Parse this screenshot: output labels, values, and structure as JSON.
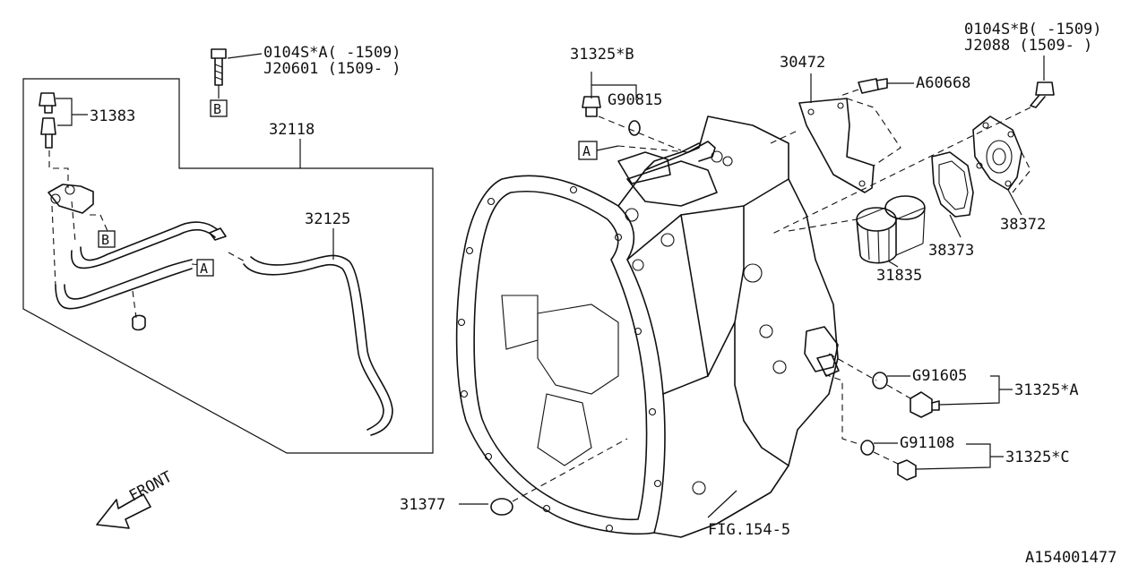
{
  "labels": {
    "bolt_a_code": "0104S*A( -1509)",
    "bolt_a_alt": "J20601 (1509- )",
    "bolt_b_code": "0104S*B( -1509)",
    "bolt_b_alt": "J2088  (1509- )",
    "p31383": "31383",
    "p32118": "32118",
    "p32125": "32125",
    "p31325b": "31325*B",
    "pG90815": "G90815",
    "p30472": "30472",
    "pA60668": "A60668",
    "p38372": "38372",
    "p38373": "38373",
    "p31835": "31835",
    "pG91605": "G91605",
    "p31325a": "31325*A",
    "pG91108": "G91108",
    "p31325c": "31325*C",
    "p31377": "31377",
    "fig_ref": "FIG.154-5",
    "front": "FRONT",
    "diagram_id": "A154001477",
    "ref_a": "A",
    "ref_b": "B"
  }
}
